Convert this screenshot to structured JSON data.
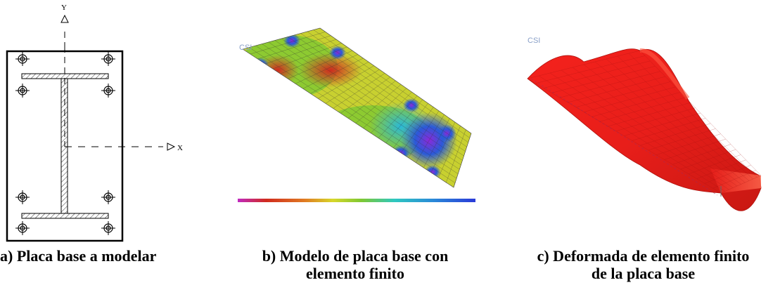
{
  "panel_a": {
    "caption": "a) Placa base a modelar",
    "axis_y_label": "Y",
    "axis_x_label": "X"
  },
  "panel_b": {
    "caption_line1": "b) Modelo de placa base con",
    "caption_line2": "elemento finito",
    "watermark": "CSI"
  },
  "panel_c": {
    "caption_line1": "c) Deformada de elemento finito",
    "caption_line2": "de la placa base",
    "watermark": "CSI"
  },
  "colors": {
    "stress_green": "#7ec832",
    "stress_yellow": "#d7d72a",
    "stress_red": "#d02a1e",
    "stress_blue": "#2a5ad8",
    "stress_magenta": "#b82ab8",
    "deformed_red": "#f0201c"
  }
}
